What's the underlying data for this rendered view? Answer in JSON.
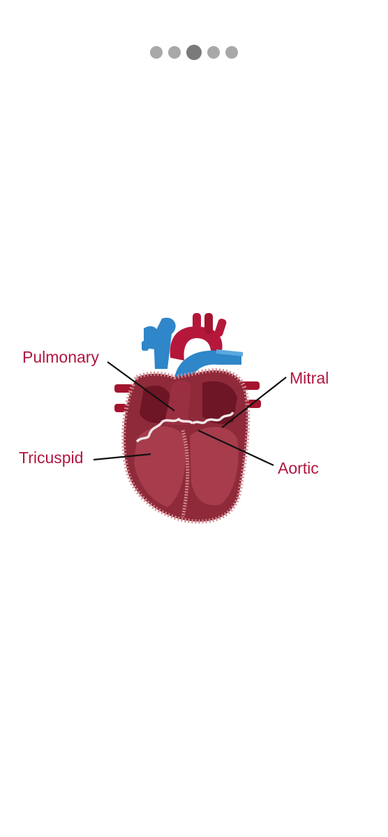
{
  "pager": {
    "count": 5,
    "active_index": 2
  },
  "diagram": {
    "labels": {
      "pulmonary": "Pulmonary",
      "mitral": "Mitral",
      "tricuspid": "Tricuspid",
      "aortic": "Aortic"
    },
    "colors": {
      "label": "#b0173f",
      "leader_line": "#111111",
      "muscle": "#8e2a3a",
      "chamber": "#a63c4c",
      "artery": "#b5173a",
      "vein": "#2f86c9",
      "valve": "#f0e6e6"
    }
  }
}
